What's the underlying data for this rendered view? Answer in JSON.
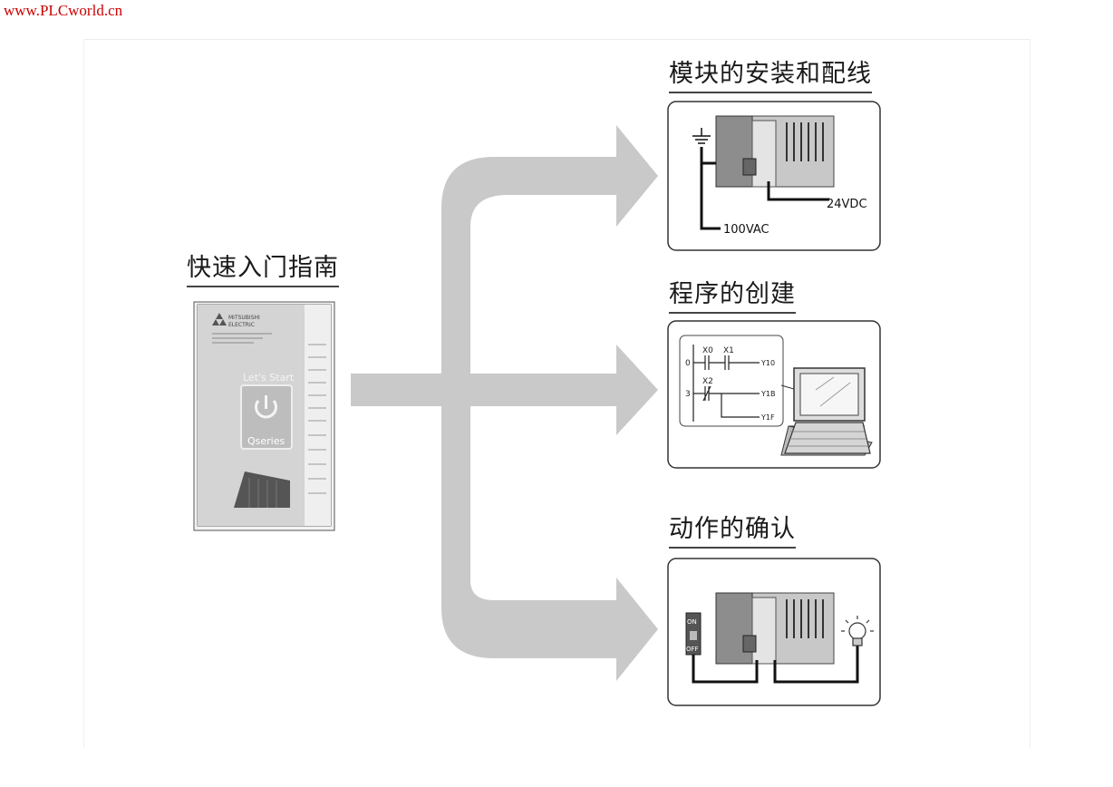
{
  "watermark": "www.PLCworld.cn",
  "guide": {
    "title": "快速入门指南",
    "brand_line1": "MITSUBISHI",
    "brand_line2": "ELECTRIC",
    "cover_text": "Let's Start",
    "series": "Qseries"
  },
  "steps": [
    {
      "title": "模块的安装和配线",
      "labels": [
        "24VDC",
        "100VAC"
      ]
    },
    {
      "title": "程序的创建",
      "labels": [
        "X0",
        "X1",
        "Y10",
        "X2",
        "Y1B",
        "Y1F",
        "0",
        "3"
      ]
    },
    {
      "title": "动作的确认",
      "labels": [
        "ON",
        "OFF"
      ]
    }
  ],
  "colors": {
    "arrow": "#c9c9c9",
    "panel_border": "#333333",
    "ink": "#1a1a1a",
    "watermark": "#cc0000"
  }
}
